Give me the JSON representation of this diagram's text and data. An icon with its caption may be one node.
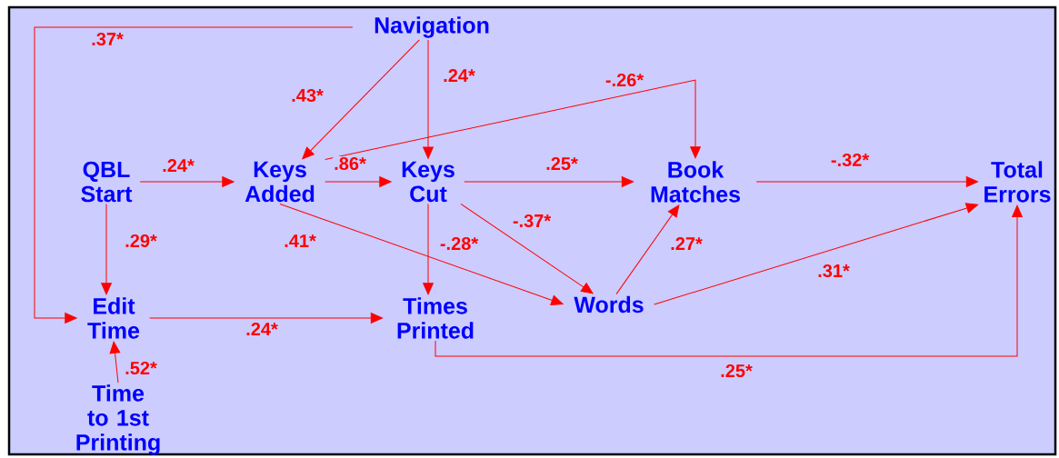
{
  "diagram": {
    "nodes": [
      {
        "text": [
          "Navigation"
        ]
      },
      {
        "text": [
          "QBL Start"
        ]
      },
      {
        "text": [
          "Keys Added"
        ]
      },
      {
        "text": [
          "Keys Cut"
        ]
      },
      {
        "text": [
          "Book Matches"
        ]
      },
      {
        "text": [
          "Total Errors"
        ]
      },
      {
        "text": [
          "Edit Time"
        ]
      },
      {
        "text": [
          "Times Printed"
        ]
      },
      {
        "text": [
          "Words"
        ]
      },
      {
        "text": [
          "Time to 1st Printing"
        ]
      }
    ],
    "edges": [
      {
        "from": 0,
        "to": 6,
        "arrow": "to",
        "label": ".37*"
      },
      {
        "from": 0,
        "to": 2,
        "arrow": "to",
        "label": ".43*"
      },
      {
        "from": 0,
        "to": 3,
        "arrow": "to",
        "label": ".24*"
      },
      {
        "from": 2,
        "to": 4,
        "arrow": "to",
        "label": "-.26*"
      },
      {
        "from": 1,
        "to": 2,
        "arrow": "to",
        "label": ".24*"
      },
      {
        "from": 2,
        "to": 3,
        "arrow": "to",
        "label": ".86*"
      },
      {
        "from": 3,
        "to": 4,
        "arrow": "to",
        "label": ".25*"
      },
      {
        "from": 4,
        "to": 5,
        "arrow": "to",
        "label": "-.32*"
      },
      {
        "from": 1,
        "to": 6,
        "arrow": "to",
        "label": ".29*"
      },
      {
        "from": 2,
        "to": 8,
        "arrow": "to",
        "label": ".41*"
      },
      {
        "from": 3,
        "to": 8,
        "arrow": "to",
        "label": "-.37*"
      },
      {
        "from": 3,
        "to": 7,
        "arrow": "to",
        "label": "-.28*"
      },
      {
        "from": 8,
        "to": 4,
        "arrow": "to",
        "label": ".27*"
      },
      {
        "from": 8,
        "to": 5,
        "arrow": "to",
        "label": ".31*"
      },
      {
        "from": 6,
        "to": 7,
        "arrow": "to",
        "label": ".24*"
      },
      {
        "from": 7,
        "to": 5,
        "arrow": "to",
        "label": ".25*"
      },
      {
        "from": 9,
        "to": 6,
        "arrow": "to",
        "label": ".52*"
      }
    ]
  }
}
